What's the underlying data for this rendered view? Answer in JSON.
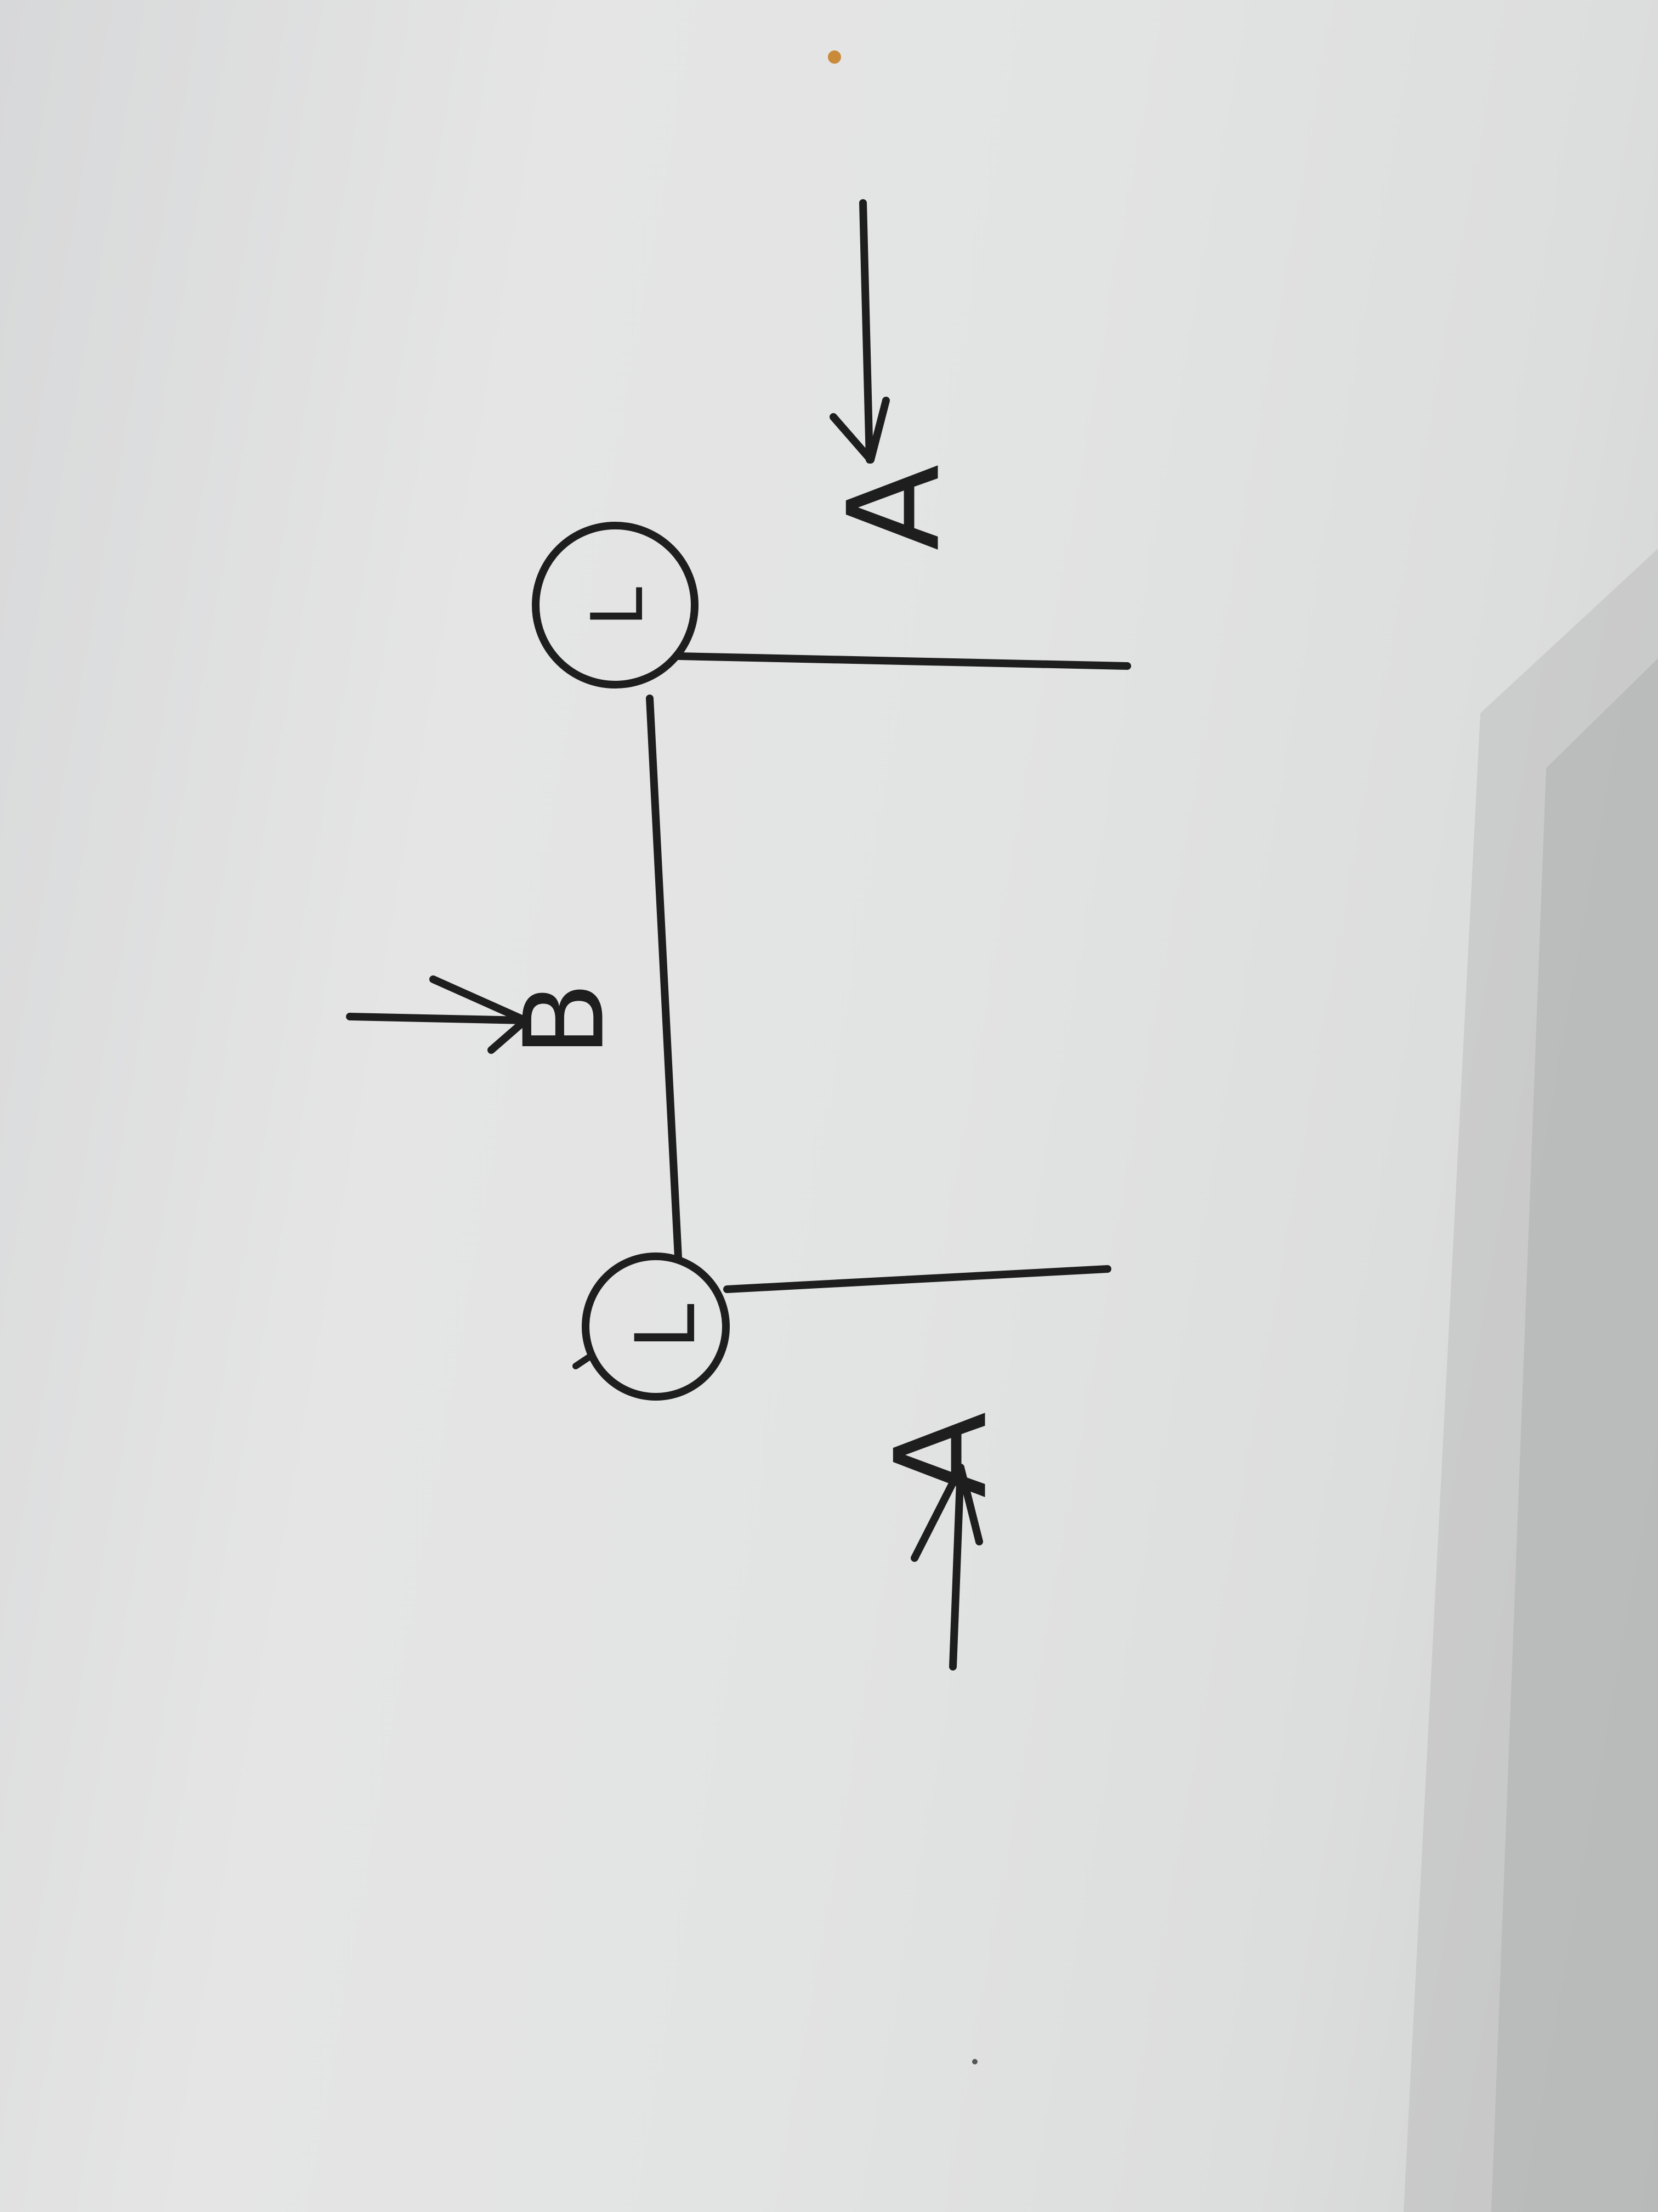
{
  "labels": {
    "arrow_top": "A",
    "arrow_bottom": "A",
    "arrow_middle": "B",
    "node_top": "L",
    "node_bottom": "L"
  },
  "colors": {
    "ink": "#1e1e1e",
    "paper": "#e3e3e3",
    "shadow": "#bfc0c0",
    "speck": "#c98a3a"
  }
}
